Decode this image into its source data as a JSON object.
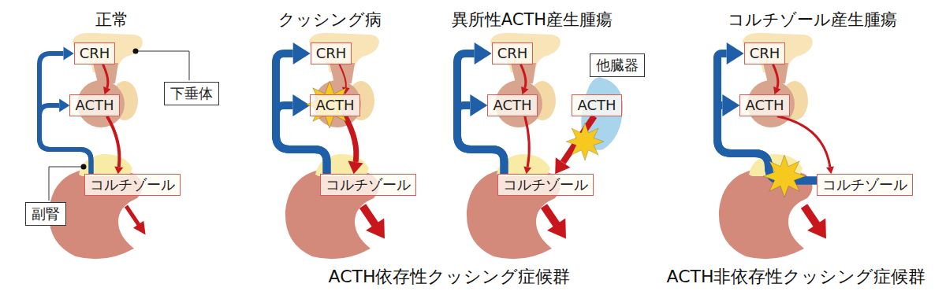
{
  "diagram": {
    "nodes": [
      {
        "text": [
          "CRH"
        ]
      },
      {
        "text": [
          "下垂体"
        ]
      },
      {
        "text": [
          "ACTH"
        ]
      },
      {
        "text": [
          "コルチゾール"
        ]
      },
      {
        "text": [
          "副腎"
        ]
      },
      {
        "text": [
          "CRH"
        ]
      },
      {
        "text": [
          "ACTH"
        ]
      },
      {
        "text": [
          "コルチゾール"
        ]
      },
      {
        "text": [
          "CRH"
        ]
      },
      {
        "text": [
          "他臓器"
        ]
      },
      {
        "text": [
          "ACTH"
        ]
      },
      {
        "text": [
          "ACTH"
        ]
      },
      {
        "text": [
          "コルチゾール"
        ]
      },
      {
        "text": [
          "CRH"
        ]
      },
      {
        "text": [
          "ACTH"
        ]
      },
      {
        "text": [
          "コルチゾール"
        ]
      }
    ],
    "edges": [
      {
        "from": 0,
        "to": 2,
        "arrow": "to"
      },
      {
        "from": 2,
        "to": 3,
        "arrow": "to"
      },
      {
        "from": 3,
        "to": 0,
        "arrow": "to"
      },
      {
        "from": 3,
        "to": 2,
        "arrow": "to"
      },
      {
        "from": 5,
        "to": 6,
        "arrow": "to"
      },
      {
        "from": 6,
        "to": 7,
        "arrow": "to"
      },
      {
        "from": 7,
        "to": 5,
        "arrow": "to"
      },
      {
        "from": 7,
        "to": 6,
        "arrow": "to"
      },
      {
        "from": 8,
        "to": 10,
        "arrow": "to"
      },
      {
        "from": 10,
        "to": 12,
        "arrow": "to"
      },
      {
        "from": 12,
        "to": 8,
        "arrow": "to"
      },
      {
        "from": 12,
        "to": 10,
        "arrow": "to"
      },
      {
        "from": 11,
        "to": 12,
        "arrow": "to"
      },
      {
        "from": 13,
        "to": 14,
        "arrow": "to"
      },
      {
        "from": 14,
        "to": 15,
        "arrow": "to"
      },
      {
        "from": 15,
        "to": 13,
        "arrow": "to"
      },
      {
        "from": 15,
        "to": 14,
        "arrow": "to"
      }
    ],
    "labels": [
      "正常",
      "クッシング病",
      "異所性ACTH産生腫瘍",
      "コルチゾール産生腫瘍",
      "ACTH依存性クッシング症候群",
      "ACTH非依存性クッシング症候群"
    ]
  }
}
